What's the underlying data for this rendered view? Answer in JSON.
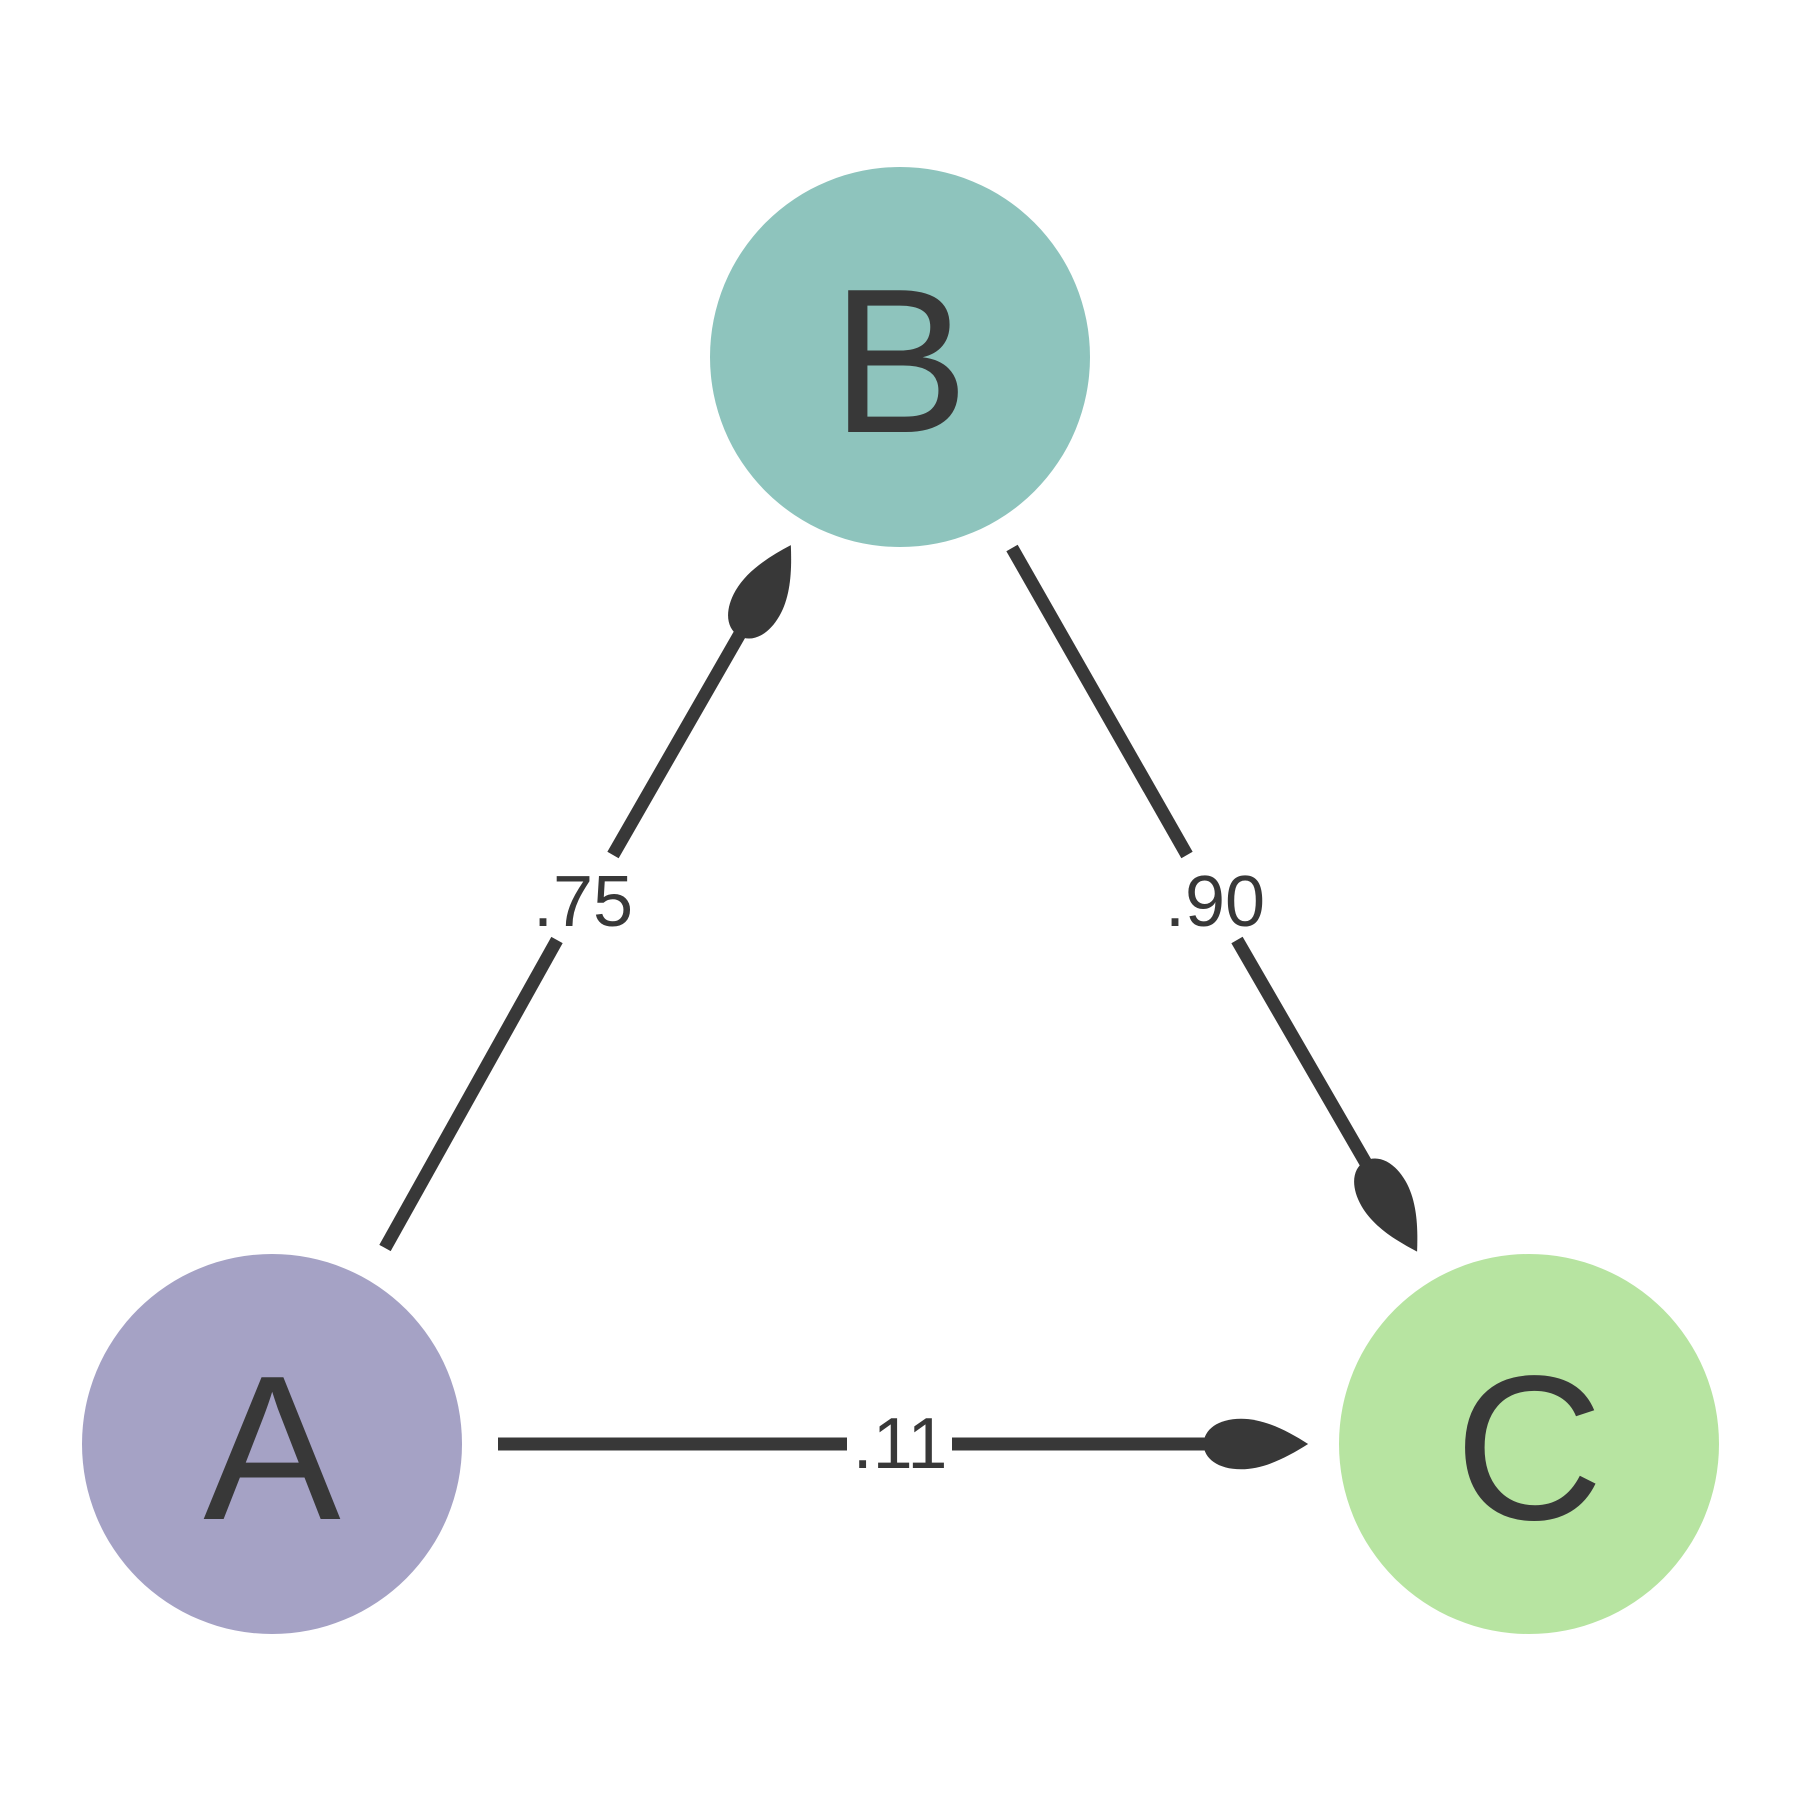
{
  "diagram": {
    "type": "directed-graph",
    "background": "#ffffff",
    "edge_color": "#383838",
    "label_color": "#383838",
    "nodes": {
      "a": {
        "label": "A",
        "color": "#a5a2c5"
      },
      "b": {
        "label": "B",
        "color": "#8ec4bd"
      },
      "c": {
        "label": "C",
        "color": "#b7e4a1"
      }
    },
    "edges": {
      "a_to_b": {
        "from": "A",
        "to": "B",
        "label": ".75"
      },
      "b_to_c": {
        "from": "B",
        "to": "C",
        "label": ".90"
      },
      "a_to_c": {
        "from": "A",
        "to": "C",
        "label": ".11"
      }
    }
  }
}
